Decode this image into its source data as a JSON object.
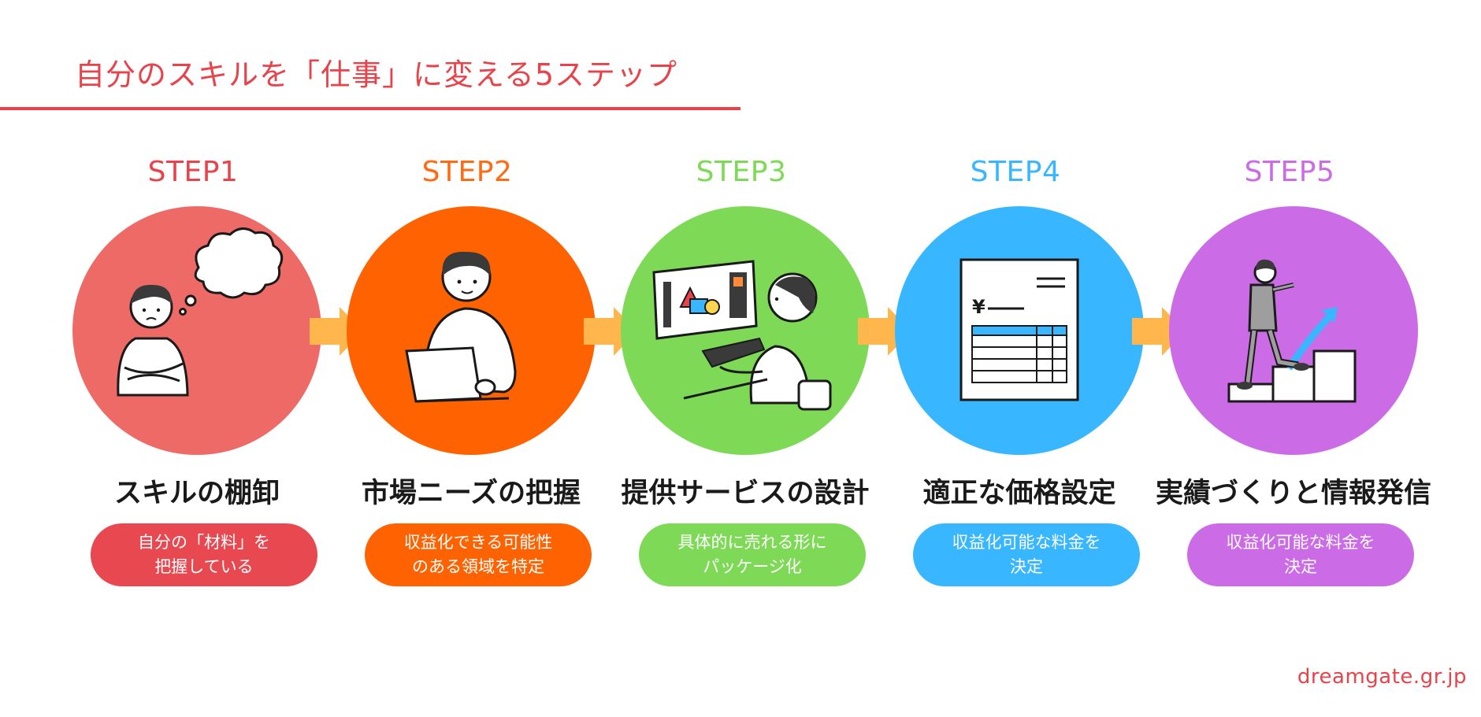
{
  "title": "自分のスキルを「仕事」に変える5ステップ",
  "colors": {
    "accent": "#e8434b",
    "arrow": "#ffb74d"
  },
  "steps": [
    {
      "label": "STEP1",
      "heading": "スキルの棚卸",
      "desc_line1": "自分の「材料」を",
      "desc_line2": "把握している",
      "label_color": "#e8434b",
      "circle_color": "#ee6a67",
      "pill_color": "#e84850",
      "icon": "thinking-person-icon"
    },
    {
      "label": "STEP2",
      "heading": "市場ニーズの把握",
      "desc_line1": "収益化できる可能性",
      "desc_line2": "のある領域を特定",
      "label_color": "#ff6a13",
      "circle_color": "#ff6200",
      "pill_color": "#ff6200",
      "icon": "laptop-person-icon"
    },
    {
      "label": "STEP3",
      "heading": "提供サービスの設計",
      "desc_line1": "具体的に売れる形に",
      "desc_line2": "パッケージ化",
      "label_color": "#7ed957",
      "circle_color": "#7ed957",
      "pill_color": "#7ed957",
      "icon": "designer-tablet-icon"
    },
    {
      "label": "STEP4",
      "heading": "適正な価格設定",
      "desc_line1": "収益化可能な料金を",
      "desc_line2": "決定",
      "label_color": "#38b6ff",
      "circle_color": "#38b6ff",
      "pill_color": "#38b6ff",
      "icon": "yen-price-sheet-icon"
    },
    {
      "label": "STEP5",
      "heading": "実績づくりと情報発信",
      "desc_line1": "収益化可能な料金を",
      "desc_line2": "決定",
      "label_color": "#cb6ce6",
      "circle_color": "#cb6ce6",
      "pill_color": "#cb6ce6",
      "icon": "climbing-stairs-icon"
    }
  ],
  "footer": "dreamgate.gr.jp"
}
